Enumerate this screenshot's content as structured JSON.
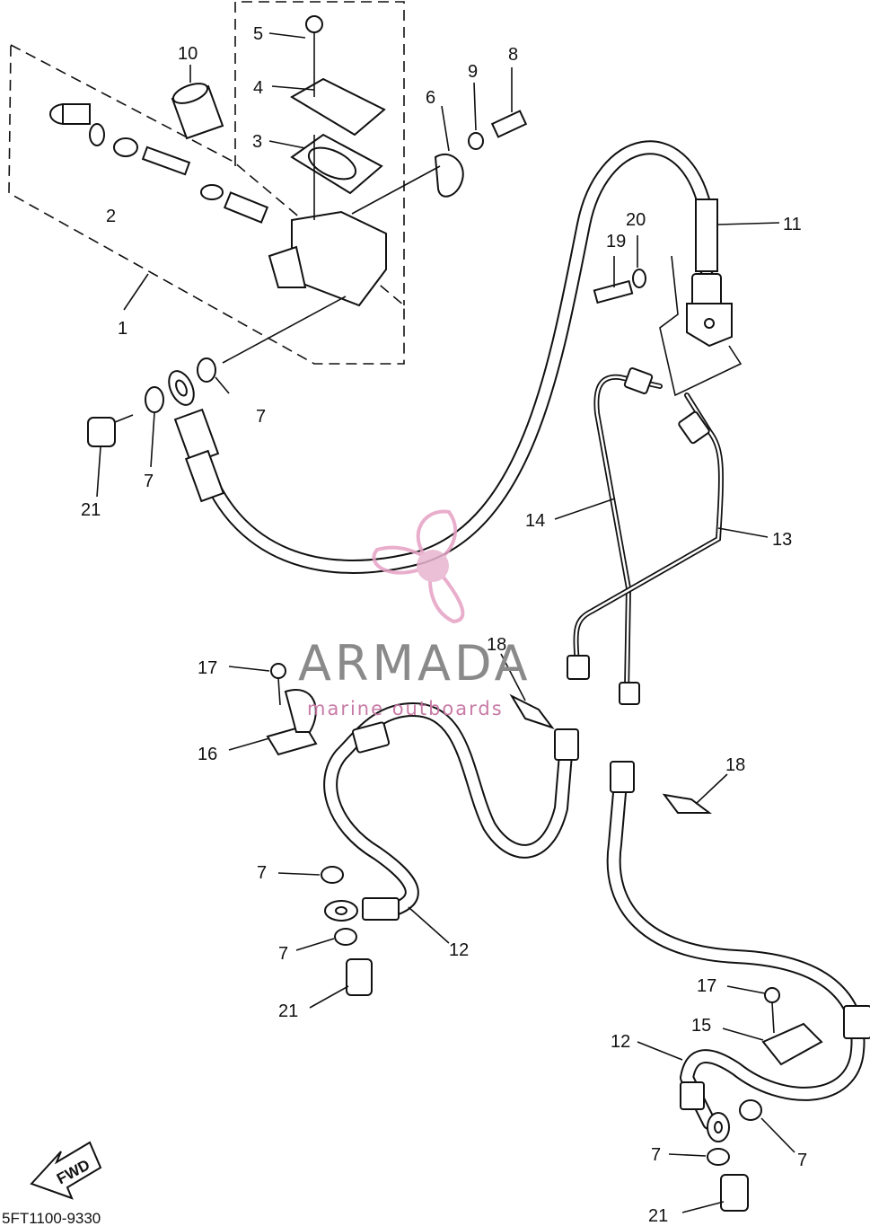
{
  "callouts": {
    "c1": "1",
    "c2": "2",
    "c3": "3",
    "c4": "4",
    "c5": "5",
    "c6": "6",
    "c7a": "7",
    "c7b": "7",
    "c7c": "7",
    "c7d": "7",
    "c7e": "7",
    "c7f": "7",
    "c8": "8",
    "c9": "9",
    "c10": "10",
    "c11": "11",
    "c12a": "12",
    "c12b": "12",
    "c13": "13",
    "c14": "14",
    "c15": "15",
    "c16": "16",
    "c17a": "17",
    "c17b": "17",
    "c18a": "18",
    "c18b": "18",
    "c19": "19",
    "c20": "20",
    "c21a": "21",
    "c21b": "21",
    "c21c": "21"
  },
  "watermark": {
    "brand": "ARMADA",
    "tagline": "marine outboards",
    "logo_color": "#e6a0c4",
    "logo_hub_color": "#e8b4d0"
  },
  "fwd_label": "FWD",
  "diagram_code": "5FT1100-9330"
}
